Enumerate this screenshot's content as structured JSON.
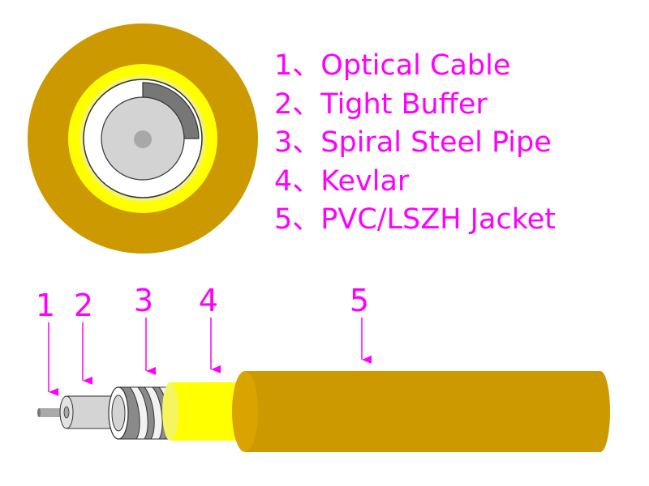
{
  "legend": {
    "items": [
      "1、Optical Cable",
      "2、Tight Buffer",
      "3、Spiral Steel Pipe",
      "4、Kevlar",
      "5、PVC/LSZH Jacket"
    ]
  },
  "callouts": [
    "1",
    "2",
    "3",
    "4",
    "5"
  ],
  "colors": {
    "label": "#ff00ff",
    "jacket": "#cc9900",
    "kevlar": "#ffff00",
    "steel": "#7a7a7a",
    "buffer": "#d4d4d4",
    "fiber": "#a9a9a9"
  }
}
